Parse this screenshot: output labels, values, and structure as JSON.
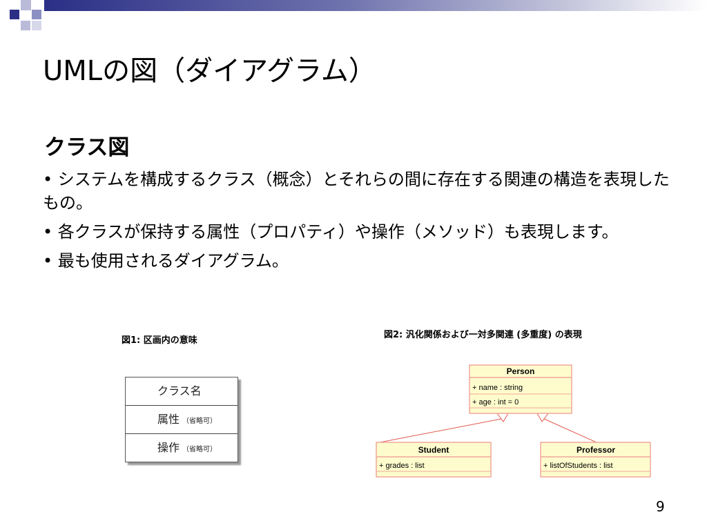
{
  "slide": {
    "title": "UMLの図（ダイアグラム）",
    "subheading": "クラス図",
    "bullets": [
      "• システムを構成するクラス（概念）とそれらの間に存在する関連の構造を表現したもの。",
      "• 各クラスが保持する属性（プロパティ）や操作（メソッド）も表現します。",
      "• 最も使用されるダイアグラム。"
    ],
    "page_number": "9"
  },
  "figure1": {
    "caption": "図1: 区画内の意味",
    "rows": [
      {
        "label": "クラス名",
        "note": ""
      },
      {
        "label": "属性",
        "note": "（省略可）"
      },
      {
        "label": "操作",
        "note": "（省略可）"
      }
    ]
  },
  "figure2": {
    "caption": "図2: 汎化関係および一対多関連 (多重度) の表現",
    "classes": {
      "person": {
        "name": "Person",
        "attributes": [
          "+ name : string",
          "+ age : int = 0"
        ]
      },
      "student": {
        "name": "Student",
        "attributes": [
          "+ grades : list"
        ]
      },
      "professor": {
        "name": "Professor",
        "attributes": [
          "+ listOfStudents : list"
        ]
      }
    },
    "colors": {
      "fill": "#fefccd",
      "border": "#f0a79c",
      "line": "#e05a4c"
    }
  },
  "colors": {
    "header_bar": "#2b2f86",
    "accent": "#8d90c2"
  }
}
